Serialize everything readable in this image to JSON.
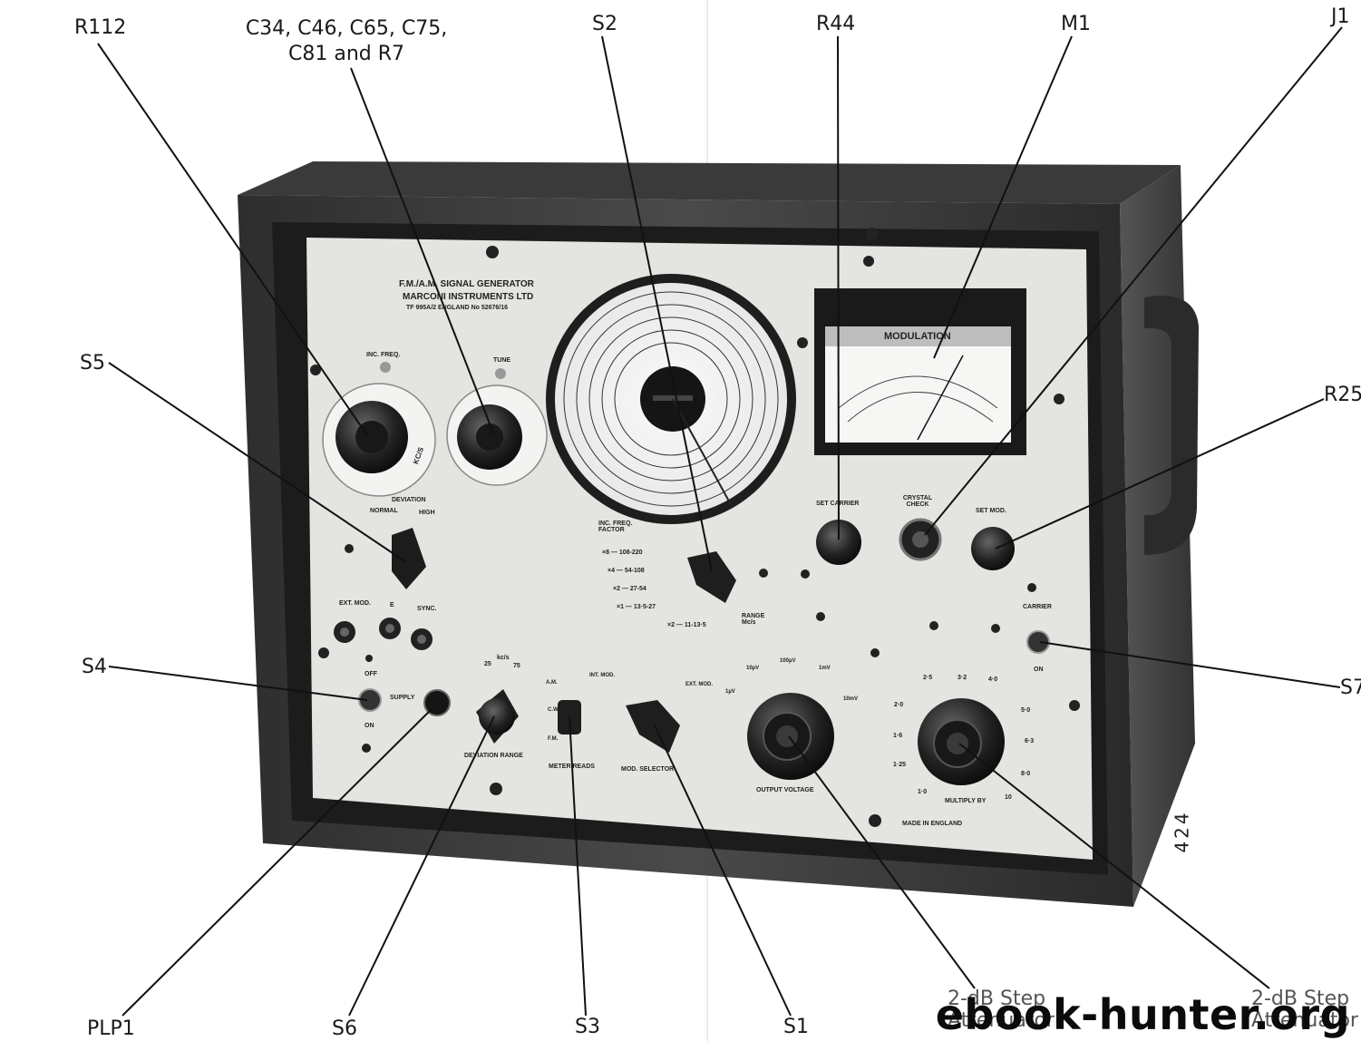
{
  "callouts": {
    "r112": "R112",
    "c34": "C34, C46, C65, C75,",
    "c81": "C81 and R7",
    "s2": "S2",
    "r44": "R44",
    "m1": "M1",
    "j1": "J1",
    "s5": "S5",
    "r25": "R25",
    "s4": "S4",
    "s7": "S7",
    "plp1": "PLP1",
    "s6": "S6",
    "s3": "S3",
    "s1": "S1",
    "atten1_line1": "2-dB Step",
    "atten1_line2": "Attenuator",
    "atten2_line1": "2-dB Step",
    "atten2_line2": "Attenuator"
  },
  "panel": {
    "title1": "F.M./A.M. SIGNAL GENERATOR",
    "title2": "MARCONI INSTRUMENTS LTD",
    "title3": "TF 995A/2 ENGLAND No 52676/16",
    "inc_freq": "INC. FREQ.",
    "tune": "TUNE",
    "kcs": "KC/S",
    "deviation": "DEVIATION",
    "normal": "NORMAL",
    "high": "HIGH",
    "ext_mod": "EXT. MOD.",
    "earth": "E",
    "sync": "SYNC.",
    "off": "OFF",
    "on": "ON",
    "supply": "SUPPLY",
    "kcs_small": "kc/s",
    "dev25": "25",
    "dev75": "75",
    "deviation_range": "DEVIATION RANGE",
    "am": "A.M.",
    "cw": "C.W.",
    "fm": "F.M.",
    "int_mod": "INT. MOD.",
    "ext_mod2": "EXT. MOD.",
    "meter_reads": "METER READS",
    "mod_selector": "MOD. SELECTOR",
    "inc_freq_factor": "INC. FREQ. FACTOR",
    "range": "RANGE Mc/s",
    "range_rows": [
      "×8 — 108-220",
      "×4 — 54-108",
      "×2 — 27-54",
      "×1 — 13·5-27",
      "×2 — 11-13·5"
    ],
    "set_carrier": "SET CARRIER",
    "crystal_check": "CRYSTAL CHECK",
    "set_mod": "SET MOD.",
    "carrier": "CARRIER",
    "carrier_on": "ON",
    "modulation": "MODULATION",
    "output_voltage": "OUTPUT VOLTAGE",
    "out_labels": [
      "1µV",
      "10µV",
      "100µV",
      "1mV",
      "10mV"
    ],
    "multiply_by": "MULTIPLY BY",
    "mult_labels": [
      "1·0",
      "1·25",
      "1·6",
      "2·0",
      "2·5",
      "3·2",
      "4·0",
      "5·0",
      "6·3",
      "8·0",
      "10"
    ],
    "made_in": "MADE IN ENGLAND"
  },
  "side_number": "424",
  "watermark": "ebook-hunter.org",
  "colors": {
    "case": "#3c3c3c",
    "panel": "#e4e4e0",
    "bezel": "#202020"
  }
}
